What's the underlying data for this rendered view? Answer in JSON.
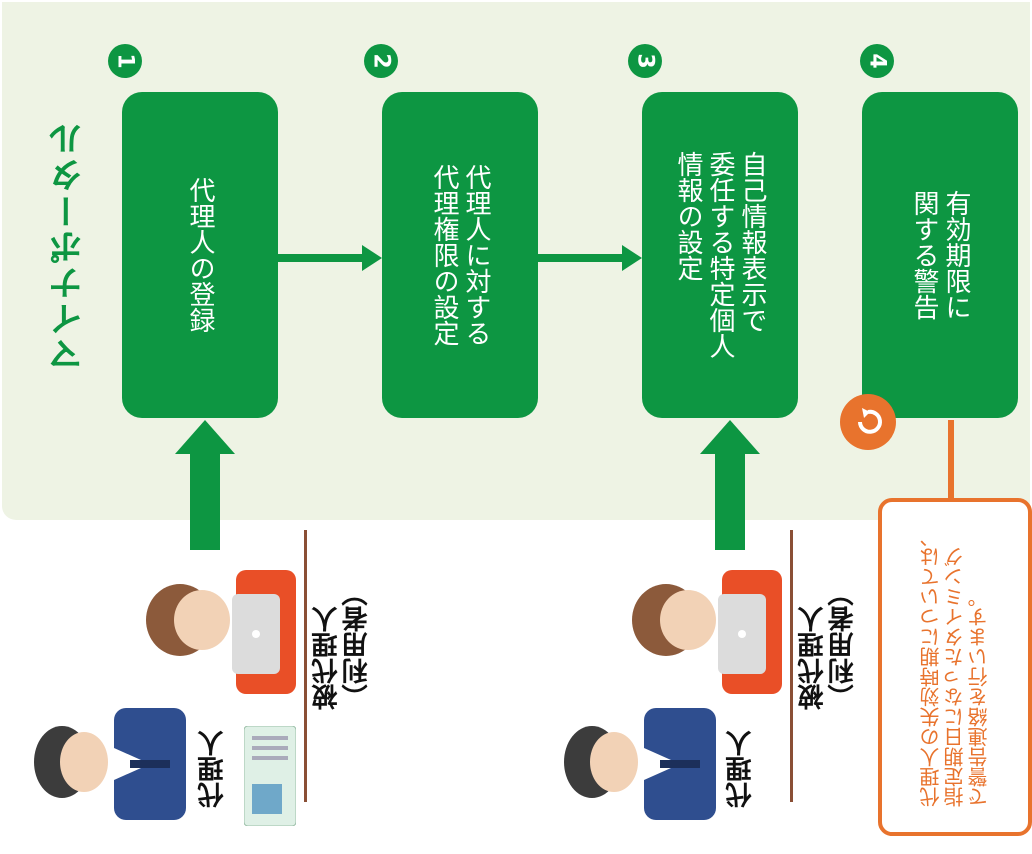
{
  "title": "マイナポータル",
  "steps": [
    {
      "number": "1",
      "text": "代理人の登録"
    },
    {
      "number": "2",
      "text": "代理人に対する\n代理権限の設定"
    },
    {
      "number": "3",
      "text": "自己情報表示で\n委任する特定個人\n情報の設定"
    },
    {
      "number": "4",
      "text": "有効期限に\n関する警告"
    }
  ],
  "people": {
    "principal_label": "被代理人\n（利用者）",
    "agent_label": "代理人"
  },
  "warning": "代理人の失効時期については、\n指定期日になったタイミング\nで警告連絡を行います。",
  "colors": {
    "green": "#0d9642",
    "orange": "#e8732d",
    "panel": "#eef3e4"
  }
}
